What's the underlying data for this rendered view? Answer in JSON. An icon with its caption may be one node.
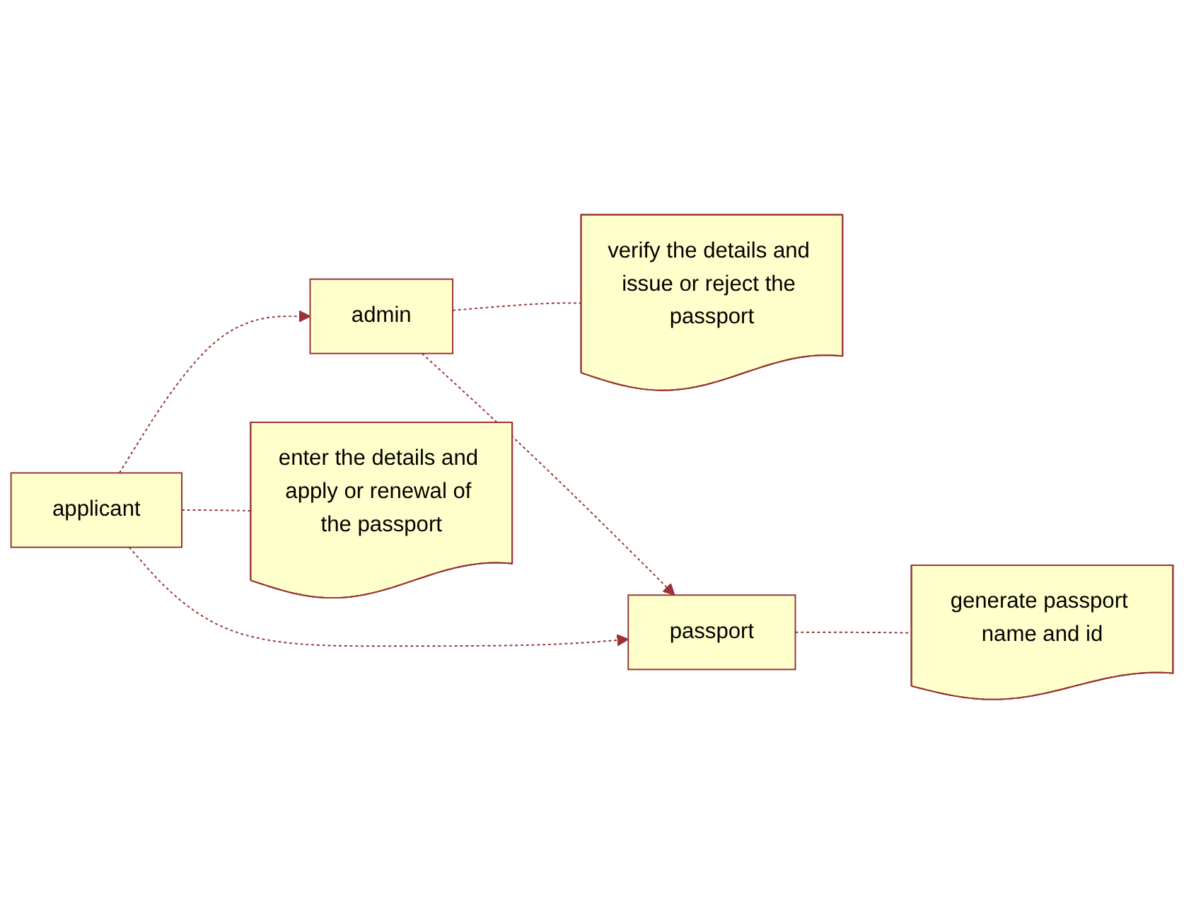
{
  "diagram": {
    "nodes": [
      {
        "text": [
          "admin"
        ]
      },
      {
        "text": [
          "verify the details and issue or reject the passport"
        ]
      },
      {
        "text": [
          "applicant"
        ]
      },
      {
        "text": [
          "passport"
        ]
      },
      {
        "text": [
          "generate passport name and id"
        ]
      },
      {
        "text": [
          "enter the details and apply or renewal of the passport"
        ]
      }
    ],
    "edges": [
      {
        "from": 2,
        "to": 0,
        "arrow": "to",
        "style": "dashed"
      },
      {
        "from": 2,
        "to": 3,
        "arrow": "to",
        "style": "dashed"
      },
      {
        "from": 0,
        "to": 3,
        "arrow": "to",
        "style": "dashed"
      },
      {
        "from": 0,
        "to": 1,
        "arrow": "none",
        "style": "dashed"
      },
      {
        "from": 3,
        "to": 4,
        "arrow": "none",
        "style": "dashed"
      },
      {
        "from": 2,
        "to": 5,
        "arrow": "none",
        "style": "dashed"
      }
    ]
  }
}
